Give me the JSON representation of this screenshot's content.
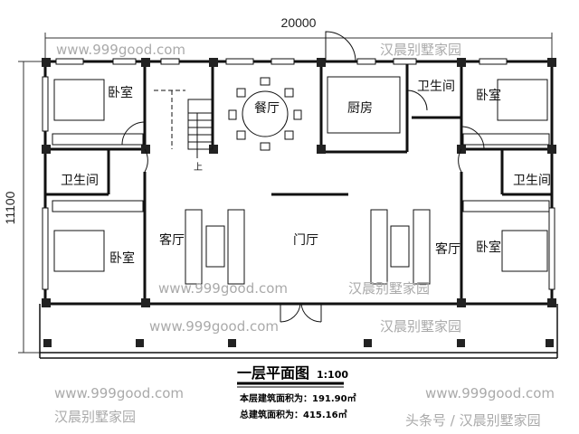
{
  "dimensions": {
    "width": "20000",
    "depth": "11100"
  },
  "rooms": {
    "bedroom_top_left": "卧室",
    "dining": "餐厅",
    "kitchen": "厨房",
    "bath_top_right": "卫生间",
    "bedroom_top_right": "卧室",
    "bath_left": "卫生间",
    "bath_right": "卫生间",
    "living_left": "客厅",
    "foyer": "门厅",
    "living_right": "客厅",
    "bedroom_left": "卧室",
    "bedroom_right": "卧室",
    "stair_up": "上"
  },
  "title": {
    "name": "一层平面图",
    "scale": "1:100"
  },
  "info": {
    "floor_area": "本层建筑面积为：191.90㎡",
    "total_area": "总建筑面积为：415.16㎡"
  },
  "watermark": {
    "cn": "汉晨别墅家园",
    "url": "www.999good.com"
  },
  "source_credit": "头条号 / 汉晨别墅家园"
}
